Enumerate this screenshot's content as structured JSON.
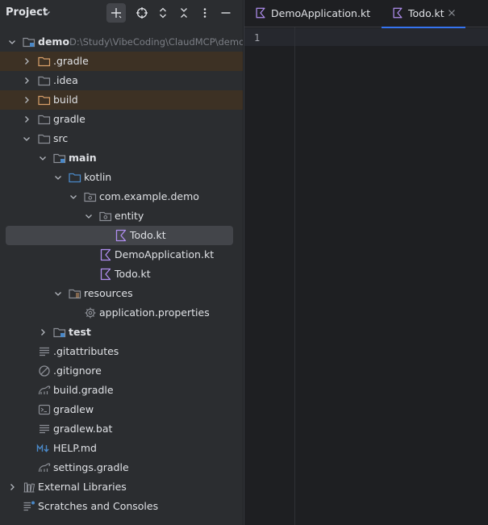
{
  "project_panel": {
    "title": "Project",
    "toolbar": [
      "add-icon",
      "locate-icon",
      "expand-all-icon",
      "collapse-all-icon",
      "more-icon",
      "minimize-icon"
    ]
  },
  "tree": {
    "root": {
      "label": "demo",
      "path": "D:\\Study\\VibeCoding\\ClaudMCP\\demo"
    },
    "items": [
      {
        "label": ".gradle"
      },
      {
        "label": ".idea"
      },
      {
        "label": "build"
      },
      {
        "label": "gradle"
      },
      {
        "label": "src"
      },
      {
        "label": "main"
      },
      {
        "label": "kotlin"
      },
      {
        "label": "com.example.demo"
      },
      {
        "label": "entity"
      },
      {
        "label": "Todo.kt"
      },
      {
        "label": "DemoApplication.kt"
      },
      {
        "label": "Todo.kt"
      },
      {
        "label": "resources"
      },
      {
        "label": "application.properties"
      },
      {
        "label": "test"
      },
      {
        "label": ".gitattributes"
      },
      {
        "label": ".gitignore"
      },
      {
        "label": "build.gradle"
      },
      {
        "label": "gradlew"
      },
      {
        "label": "gradlew.bat"
      },
      {
        "label": "HELP.md"
      },
      {
        "label": "settings.gradle"
      },
      {
        "label": "External Libraries"
      },
      {
        "label": "Scratches and Consoles"
      }
    ]
  },
  "editor": {
    "tabs": [
      {
        "label": "DemoApplication.kt",
        "active": false
      },
      {
        "label": "Todo.kt",
        "active": true
      }
    ],
    "line_numbers": [
      "1"
    ]
  },
  "colors": {
    "kotlin_icon": "#b08ef0",
    "folder_icon": "#8c8f96",
    "excluded_folder_icon": "#d9a06a",
    "source_folder_icon": "#4a88c7",
    "accent": "#3574f0"
  }
}
